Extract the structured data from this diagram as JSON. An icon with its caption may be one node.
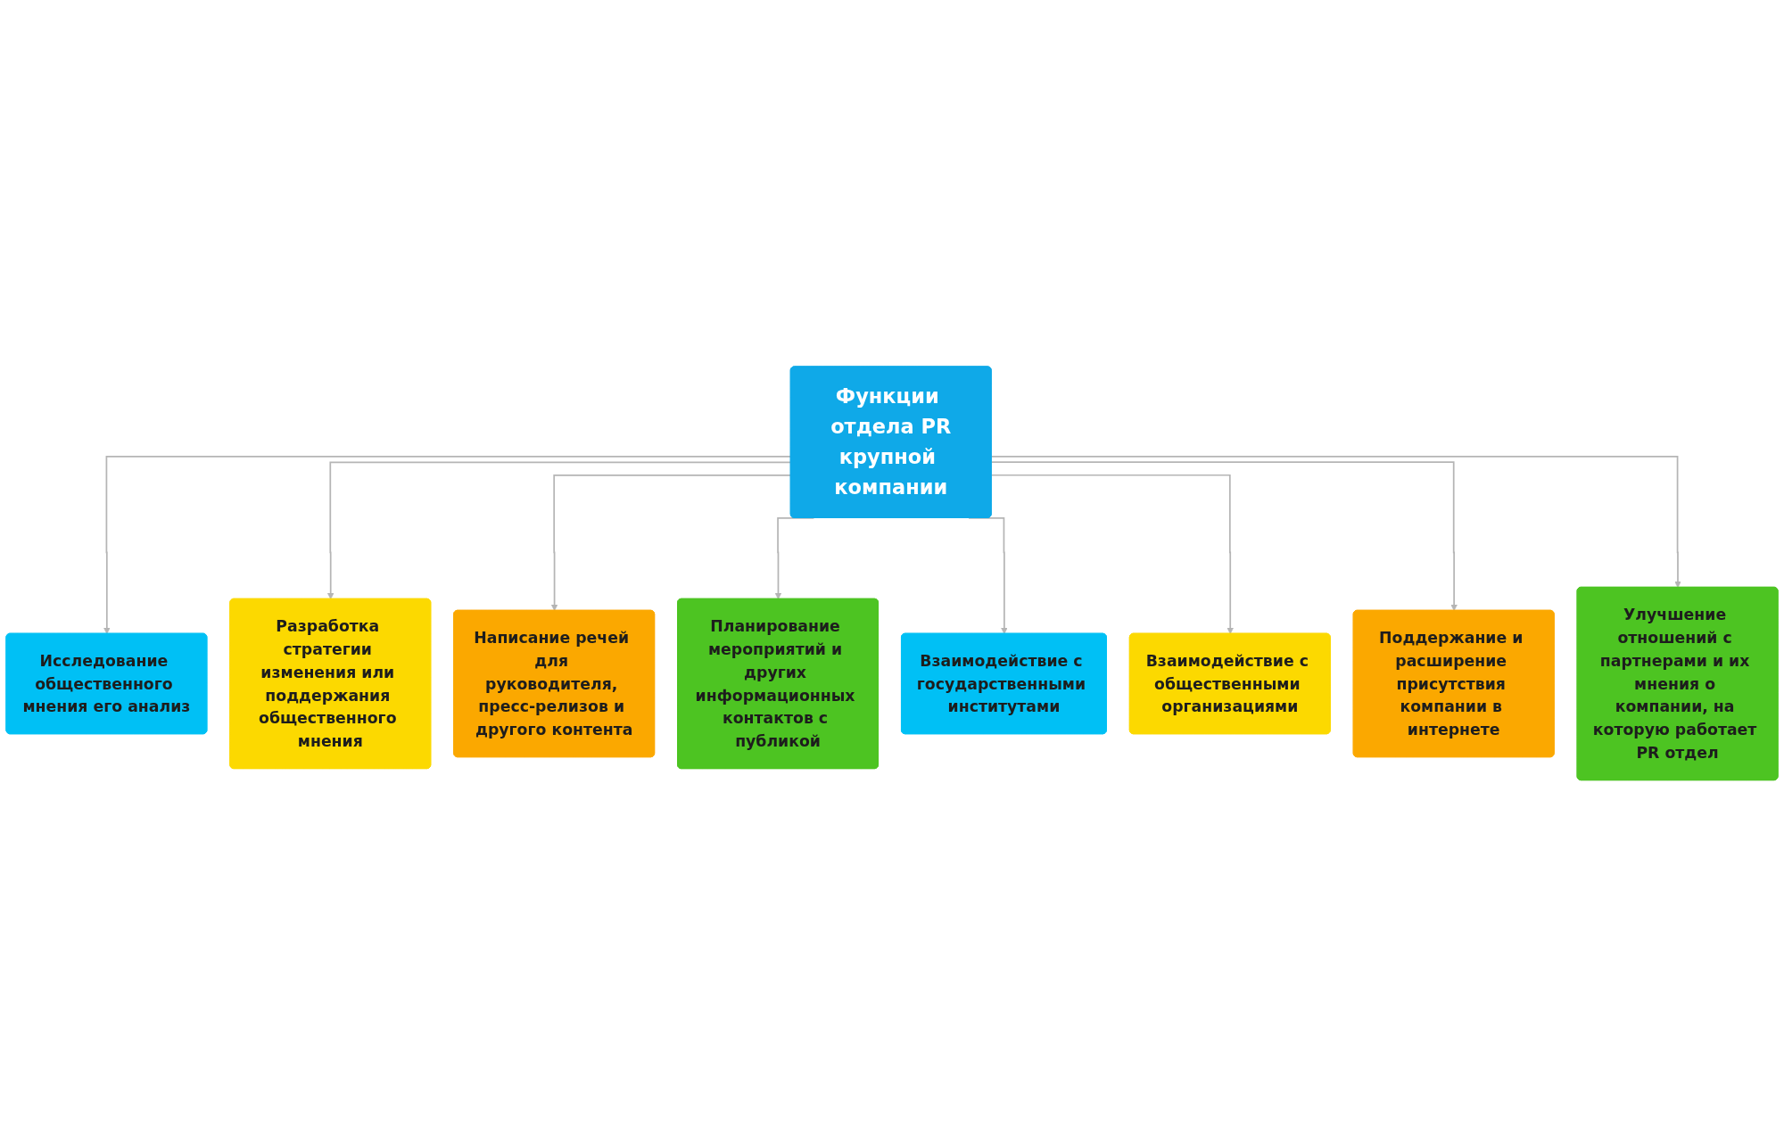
{
  "diagram": {
    "nodes": [
      {
        "text": [
          "Функции отдела PR",
          "крупной компании"
        ]
      },
      {
        "text": [
          "Исследование общественного мнения его анализ"
        ]
      },
      {
        "text": [
          "Разработка стратегии изменения или поддержания общественного мнения"
        ]
      },
      {
        "text": [
          "Написание речей для руководителя, пресс-релизов и другого контента"
        ]
      },
      {
        "text": [
          "Планирование мероприятий и других информационных контактов с публикой"
        ]
      },
      {
        "text": [
          "Взаимодействие с государственными институтами"
        ]
      },
      {
        "text": [
          "Взаимодействие с общественными организациями"
        ]
      },
      {
        "text": [
          "Поддержание и расширение присутствия компании в интернете"
        ]
      },
      {
        "text": [
          "Улучшение отношений с партнерами и их мнения о компании, на которую работает PR отдел"
        ]
      }
    ],
    "edges": [
      {
        "from": 0,
        "to": 1,
        "arrow": "to"
      },
      {
        "from": 0,
        "to": 2,
        "arrow": "to"
      },
      {
        "from": 0,
        "to": 3,
        "arrow": "to"
      },
      {
        "from": 0,
        "to": 4,
        "arrow": "to"
      },
      {
        "from": 0,
        "to": 5,
        "arrow": "to"
      },
      {
        "from": 0,
        "to": 6,
        "arrow": "to"
      },
      {
        "from": 0,
        "to": 7,
        "arrow": "to"
      },
      {
        "from": 0,
        "to": 8,
        "arrow": "to"
      }
    ]
  }
}
